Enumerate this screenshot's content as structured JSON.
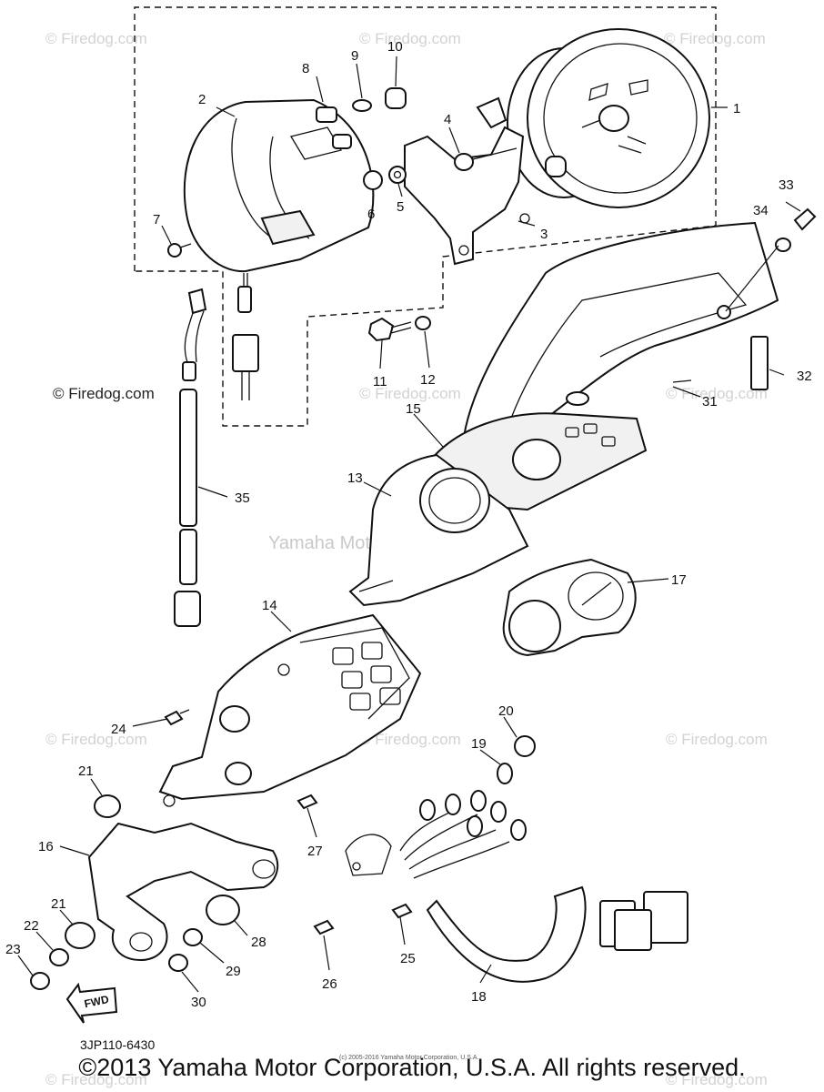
{
  "watermarks": {
    "site": "© Firedog.com",
    "brand": "Yamaha Motor Corp., U.S.A."
  },
  "callouts": [
    "1",
    "2",
    "3",
    "4",
    "5",
    "6",
    "7",
    "8",
    "9",
    "10",
    "11",
    "12",
    "13",
    "14",
    "15",
    "16",
    "17",
    "18",
    "19",
    "20",
    "21",
    "21",
    "22",
    "23",
    "24",
    "25",
    "26",
    "27",
    "28",
    "29",
    "30",
    "31",
    "32",
    "33",
    "34",
    "35"
  ],
  "fwd_label": "FWD",
  "catalog_code": "3JP110-6430",
  "tiny_copyright": "(c) 2005-2016 Yamaha Motor Corporation, U.S.A.",
  "footer_copyright": "©2013 Yamaha Motor Corporation, U.S.A. All rights reserved."
}
